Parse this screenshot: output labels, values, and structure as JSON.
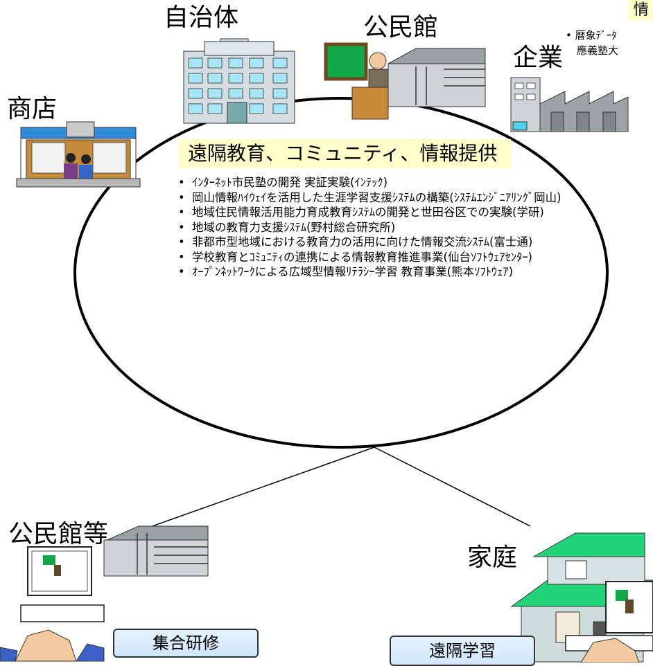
{
  "nodes": {
    "municipality": "自治体",
    "community_center": "公民館",
    "company": "企業",
    "shop": "商店",
    "community_center_etc": "公民館等",
    "home": "家庭"
  },
  "main_title": "遠隔教育、コミュニティ、情報提供",
  "projects": [
    "ｲﾝﾀｰﾈｯﾄ市民塾の開発 実証実験(ｲﾝﾃｯｸ)",
    "岡山情報ﾊｲｳｪｲを活用した生涯学習支援ｼｽﾃﾑの構築(ｼｽﾃﾑｴﾝｼﾞﾆｱﾘﾝｸﾞ岡山)",
    "地域住民情報活用能力育成教育ｼｽﾃﾑの開発と世田谷区での実験(学研)",
    "地域の教育力支援ｼｽﾃﾑ(野村総合研究所)",
    "非都市型地域における教育力の活用に向けた情報交流ｼｽﾃﾑ(富士通)",
    "学校教育とｺﾐｭﾆﾃｨの連携による情報教育推進事業(仙台ｿﾌﾄｳｪｱｾﾝﾀｰ)",
    "ｵｰﾌﾟﾝﾈｯﾄﾜｰｸによる広域型情報ﾘﾃﾗｼｰ学習 教育事業(熊本ｿﾌﾄｳｪｱ)"
  ],
  "corner": {
    "title": "情",
    "items": [
      "暦象ﾃﾞｰﾀ",
      "應義塾大"
    ]
  },
  "modes": {
    "group_training": "集合研修",
    "remote_learning": "遠隔学習"
  }
}
